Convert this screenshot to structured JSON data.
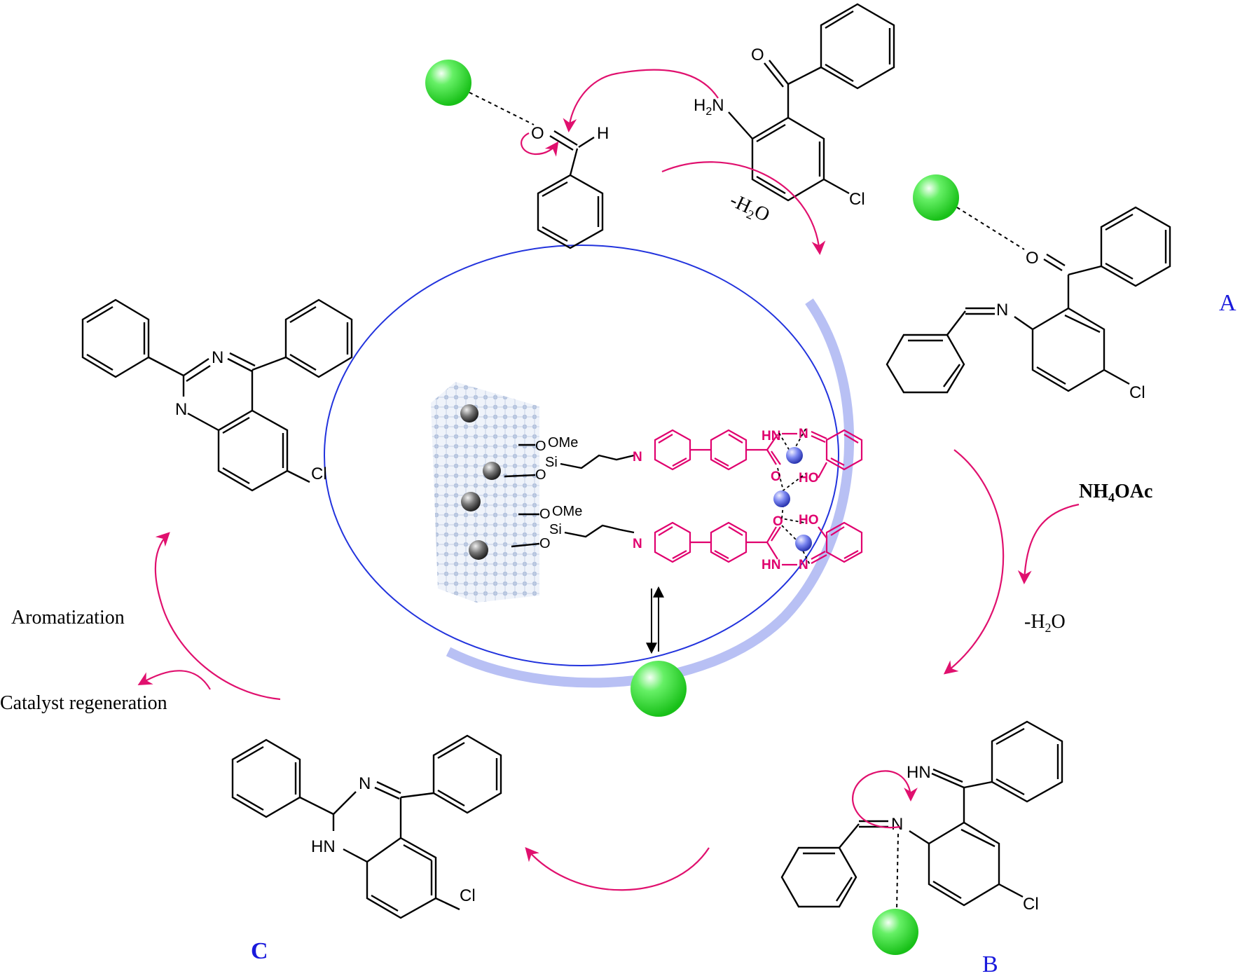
{
  "labels": {
    "A": "A",
    "B": "B",
    "C": "C"
  },
  "label_color": "#1a1adc",
  "arrow_color": "#e0106e",
  "steps": {
    "minus_h2o_top_prefix": "-H",
    "minus_h2o_top_sub": "2",
    "minus_h2o_top_suffix": "O",
    "reagent_prefix": "NH",
    "reagent_sub": "4",
    "reagent_suffix": "OAc",
    "minus_h2o_right_prefix": "-H",
    "minus_h2o_right_sub": "2",
    "minus_h2o_right_suffix": "O",
    "aromatization": "Aromatization",
    "catalyst_regeneration": "Catalyst regeneration"
  },
  "atoms": {
    "O": "O",
    "H": "H",
    "H2N_prefix": "H",
    "H2N_sub": "2",
    "H2N_suffix": "N",
    "Cl": "Cl",
    "N": "N",
    "HN": "HN",
    "OMe": "OMe",
    "Si": "Si",
    "HO": "HO"
  },
  "colors": {
    "ellipse": "#2233dd",
    "catalyst_ball": "#33ee33",
    "ligand": "#e0006e",
    "metal": "#5566ee"
  }
}
